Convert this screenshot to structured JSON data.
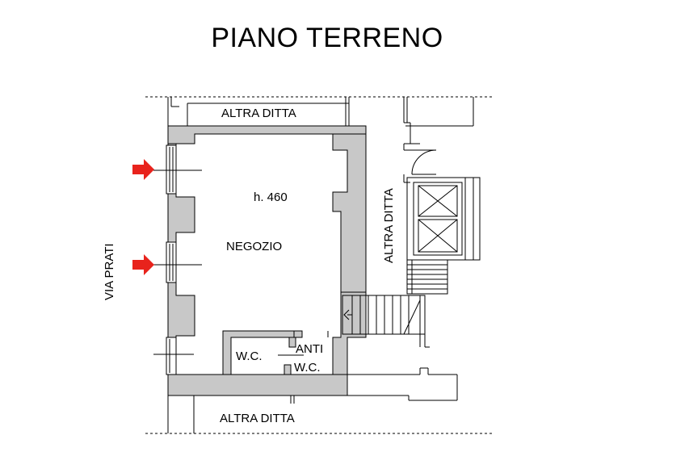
{
  "title": "PIANO TERRENO",
  "labels": {
    "top_neighbor": "ALTRA DITTA",
    "right_neighbor": "ALTRA DITTA",
    "bottom_neighbor": "ALTRA DITTA",
    "street": "VIA PRATI",
    "room": "NEGOZIO",
    "height": "h. 460",
    "wc": "W.C.",
    "anti_wc_line1": "ANTI",
    "anti_wc_line2": "W.C."
  },
  "colors": {
    "wall_fill": "#c8c8c8",
    "line": "#000000",
    "entrance_arrow": "#e8231c"
  },
  "icons": {
    "entrance_marker": "red-arrow-right-icon"
  }
}
